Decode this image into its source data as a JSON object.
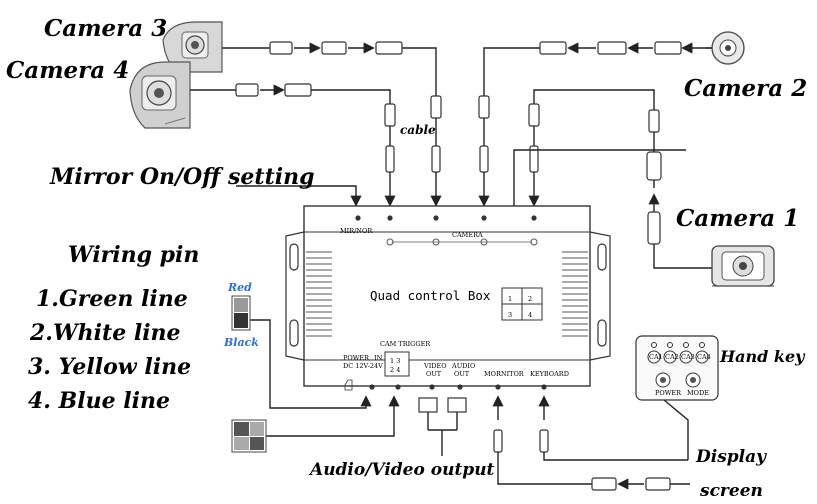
{
  "labels": {
    "camera3": "Camera 3",
    "camera4": "Camera 4",
    "camera2": "Camera 2",
    "camera1": "Camera 1",
    "cable": "cable",
    "mirror": "Mirror On/Off setting",
    "wiring_pin": "Wiring pin",
    "pins": [
      "1.Green line",
      "2.White line",
      "3. Yellow line",
      "4. Blue line"
    ],
    "red": "Red",
    "black": "Black",
    "quad_box": "Quad control Box",
    "hand_key": "Hand key",
    "display": "Display",
    "screen": "screen",
    "av_output": "Audio/Video output"
  },
  "box": {
    "mir_nor": "MIR/NOR",
    "camera": "CAMERA",
    "cam_trigger": "CAM TRIGGER",
    "trigger_pins": [
      "1 3",
      "2 4"
    ],
    "power": "POWER",
    "dc": "DC 12V-24V",
    "in": "IN",
    "video_out": [
      "VIDEO",
      "OUT"
    ],
    "audio_out": [
      "AUDIO",
      "OUT"
    ],
    "monitor": "MORNITOR",
    "keyboard": "KEYBOARD",
    "grid": [
      "1",
      "2",
      "3",
      "4"
    ]
  },
  "handkey": {
    "buttons": [
      "CA1",
      "CA2",
      "CA3",
      "CA4"
    ],
    "bottom": [
      "POWER",
      "MODE"
    ]
  },
  "colors": {
    "red_label": "#2f6fd6",
    "black_label": "#2f6fd6",
    "wire": "#222222"
  }
}
